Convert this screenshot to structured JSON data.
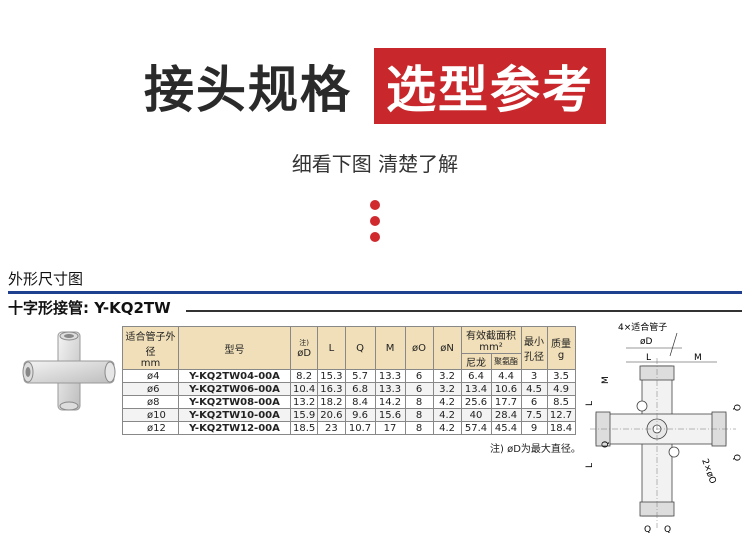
{
  "header": {
    "title_left": "接头规格",
    "title_right": "选型参考",
    "subtitle": "细看下图 清楚了解"
  },
  "section": {
    "heading": "外形尺寸图",
    "subheading": "十字形接管: Y-KQ2TW"
  },
  "table": {
    "headers": {
      "size": "适合管子外径\nmm",
      "size_line1": "适合管子外径",
      "size_line2": "mm",
      "model": "型号",
      "d_note": "注)",
      "d": "øD",
      "l": "L",
      "q": "Q",
      "m": "M",
      "o": "øO",
      "n": "øN",
      "area": "有效截面积mm²",
      "area_nylon": "尼龙",
      "area_pu": "聚氨酯",
      "min_hole": "最小\n孔径",
      "min_hole_l1": "最小",
      "min_hole_l2": "孔径",
      "mass": "质量",
      "mass_unit": "g"
    },
    "rows": [
      {
        "size": "ø4",
        "model": "Y-KQ2TW04-00A",
        "d": "8.2",
        "l": "15.3",
        "q": "5.7",
        "m": "13.3",
        "o": "6",
        "n": "3.2",
        "nylon": "6.4",
        "pu": "4.4",
        "hole": "3",
        "mass": "3.5"
      },
      {
        "size": "ø6",
        "model": "Y-KQ2TW06-00A",
        "d": "10.4",
        "l": "16.3",
        "q": "6.8",
        "m": "13.3",
        "o": "6",
        "n": "3.2",
        "nylon": "13.4",
        "pu": "10.6",
        "hole": "4.5",
        "mass": "4.9"
      },
      {
        "size": "ø8",
        "model": "Y-KQ2TW08-00A",
        "d": "13.2",
        "l": "18.2",
        "q": "8.4",
        "m": "14.2",
        "o": "8",
        "n": "4.2",
        "nylon": "25.6",
        "pu": "17.7",
        "hole": "6",
        "mass": "8.5"
      },
      {
        "size": "ø10",
        "model": "Y-KQ2TW10-00A",
        "d": "15.9",
        "l": "20.6",
        "q": "9.6",
        "m": "15.6",
        "o": "8",
        "n": "4.2",
        "nylon": "40",
        "pu": "28.4",
        "hole": "7.5",
        "mass": "12.7"
      },
      {
        "size": "ø12",
        "model": "Y-KQ2TW12-00A",
        "d": "18.5",
        "l": "23",
        "q": "10.7",
        "m": "17",
        "o": "8",
        "n": "4.2",
        "nylon": "57.4",
        "pu": "45.4",
        "hole": "9",
        "mass": "18.4"
      }
    ],
    "note": "注) øD为最大直径。"
  },
  "drawing": {
    "label_tubes": "4×适合管子",
    "label_d": "øD",
    "label_l": "L",
    "label_m": "M",
    "label_q": "Q",
    "label_2xo": "2×øO"
  },
  "colors": {
    "accent_red": "#c8282b",
    "rule_blue": "#1f3f8f",
    "header_tan": "#f0dfb8"
  }
}
